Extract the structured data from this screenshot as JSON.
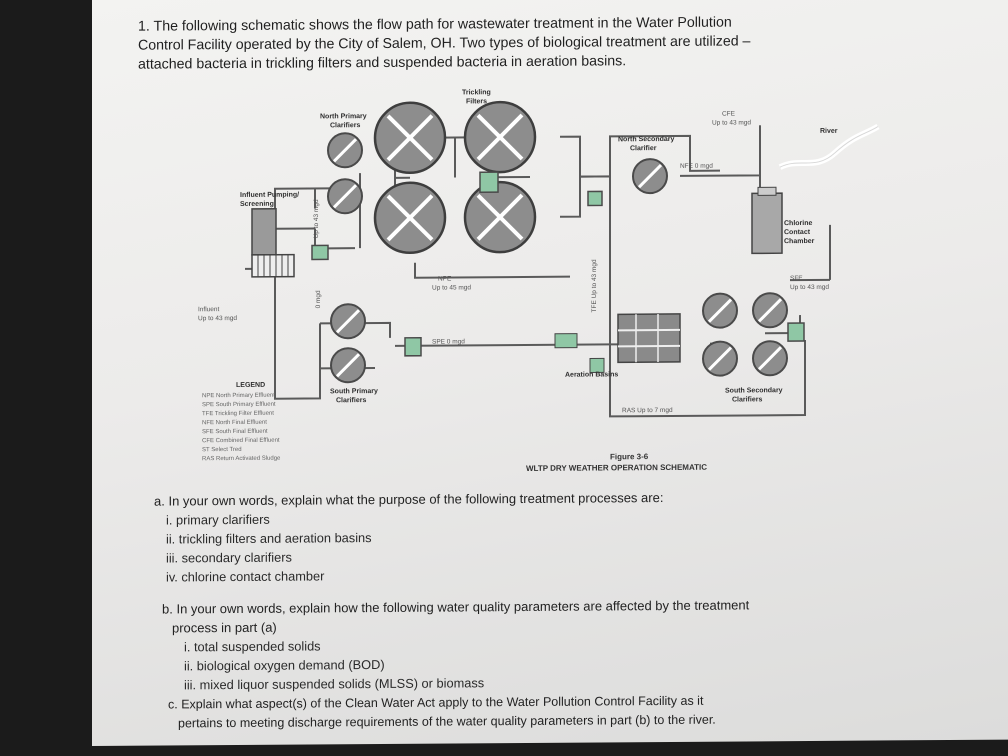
{
  "question": {
    "number": "1.",
    "line1": "The following schematic shows the flow path for wastewater treatment in the Water Pollution",
    "line2": "Control Facility operated by the City of Salem, OH. Two types of biological treatment are utilized –",
    "line3": "attached bacteria in trickling filters and suspended bacteria in aeration basins."
  },
  "figure": {
    "caption_number": "Figure 3-6",
    "caption_title": "WLTP DRY WEATHER OPERATION SCHEMATIC",
    "labels": {
      "trickling_filters": [
        "Trickling",
        "Filters"
      ],
      "north_primary": [
        "North Primary",
        "Clarifiers"
      ],
      "north_secondary": [
        "North Secondary",
        "Clarifier"
      ],
      "cfe": [
        "CFE",
        "Up to 43 mgd"
      ],
      "river": "River",
      "nfe": "NFE 0 mgd",
      "influent_pumping": [
        "Influent Pumping/",
        "Screening"
      ],
      "chlorine": [
        "Chlorine",
        "Contact",
        "Chamber"
      ],
      "npe": [
        "NPE",
        "Up to 45 mgd"
      ],
      "sfe": [
        "SFE",
        "Up to 43 mgd"
      ],
      "influent": [
        "Influent",
        "Up to 43 mgd"
      ],
      "spe": "SPE 0 mgd",
      "aeration_basins": "Aeration Basins",
      "south_primary": [
        "South Primary",
        "Clarifiers"
      ],
      "south_secondary": [
        "South Secondary",
        "Clarifiers"
      ],
      "ras": "RAS Up to 7 mgd",
      "tfe_vertical": "TFE Up to 43 mgd",
      "left_vertical": "Up to 43 mgd",
      "st_vertical": "0 mgd"
    },
    "legend": {
      "title": "LEGEND",
      "entries": [
        "NPE  North Primary Effluent",
        "SPE  South Primary Effluent",
        "TFE  Trickling Filter Effluent",
        "NFE  North Final Effluent",
        "SFE  South Final Effluent",
        "CFE  Combined Final Effluent",
        "ST   Select Tred",
        "RAS  Return Activated Sludge"
      ]
    }
  },
  "part_a": {
    "prompt": "a.  In your own words, explain what the purpose of the following treatment processes are:",
    "items": [
      "i.  primary clarifiers",
      "ii.  trickling filters and aeration basins",
      "iii.  secondary clarifiers",
      "iv.  chlorine contact chamber"
    ]
  },
  "part_b": {
    "prompt_line1": "b.  In your own words, explain how the following water quality parameters are affected by the treatment",
    "prompt_line2": "process in part (a)",
    "items": [
      "i.  total suspended solids",
      "ii.  biological oxygen demand (BOD)",
      "iii.  mixed liquor suspended solids (MLSS) or biomass"
    ]
  },
  "part_c": {
    "line1": "c.  Explain what aspect(s) of the Clean Water Act apply to the Water Pollution Control Facility as it",
    "line2": "pertains to meeting discharge requirements of the water quality parameters in part (b) to the river."
  },
  "colors": {
    "pipe": "#5a5a5a",
    "clarifier": "#8d8d8d",
    "tank_green": "#8fc7a5",
    "chamber": "#a8a8a8"
  }
}
